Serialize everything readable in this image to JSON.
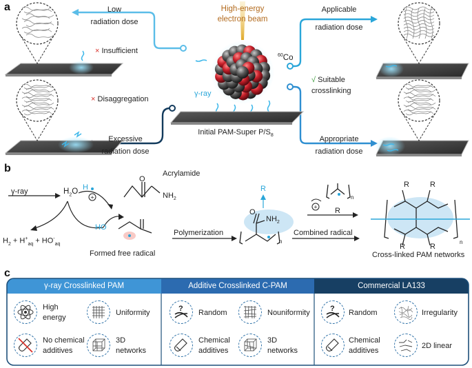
{
  "panel_labels": {
    "a": "a",
    "b": "b",
    "c": "c"
  },
  "colors": {
    "light_blue": "#5bbde8",
    "mid_blue": "#2e8fd1",
    "dark_navy": "#123a5c",
    "header1": "#3f95d6",
    "header2": "#2c6bb0",
    "header3": "#173f63",
    "cyan_text": "#2aa6d9",
    "orange_text": "#b36b1e",
    "red_mark": "#d9322b",
    "green_mark": "#3a9a3a"
  },
  "panel_a": {
    "beam_label_1": "High-energy",
    "beam_label_2": "electron beam",
    "source_label": "60Co",
    "source_sup": "60",
    "source_main": "Co",
    "gamma_label": "γ-ray",
    "low_1": "Low",
    "low_2": "radiation dose",
    "insufficient_mark": "×",
    "insufficient": "Insufficient",
    "disaggregation_mark": "×",
    "disaggregation": "Disaggregation",
    "excessive_1": "Excessive",
    "excessive_2": "radiation dose",
    "initial_prefix": "Initial PAM-Super P/S",
    "initial_sub": "8",
    "applicable_1": "Applicable",
    "applicable_2": "radiation dose",
    "suitable_mark": "√",
    "suitable_1": "Suitable",
    "suitable_2": "crosslinking",
    "appropriate_1": "Appropriate",
    "appropriate_2": "radiation dose"
  },
  "panel_b": {
    "gamma": "γ-ray",
    "water": "H2O",
    "h_radical": "H",
    "ho_radical": "HO",
    "acrylamide": "Acrylamide",
    "nh2": "NH",
    "nh2_sub": "2",
    "o_atom": "O",
    "products": "H2 + H+aq + HO-aq",
    "formed": "Formed free radical",
    "polymerization": "Polymerization",
    "combined": "Combined radical",
    "r": "R",
    "n": "n",
    "networks": "Cross-linked PAM networks"
  },
  "panel_c": {
    "headers": [
      "γ-ray Crosslinked PAM",
      "Additive Crosslinked C-PAM",
      "Commercial LA133"
    ],
    "col1": [
      {
        "icon": "atom-icon",
        "label_1": "High",
        "label_2": "energy"
      },
      {
        "icon": "grid-uniform-icon",
        "label_1": "Uniformity",
        "label_2": ""
      },
      {
        "icon": "no-additive-icon",
        "label_1": "No chemical",
        "label_2": "additives"
      },
      {
        "icon": "3d-network-icon",
        "label_1": "3D",
        "label_2": "networks"
      }
    ],
    "col2": [
      {
        "icon": "random-icon",
        "label_1": "Random",
        "label_2": ""
      },
      {
        "icon": "grid-nonuniform-icon",
        "label_1": "Nouniformity",
        "label_2": ""
      },
      {
        "icon": "chemical-icon",
        "label_1": "Chemical",
        "label_2": "additives"
      },
      {
        "icon": "3d-network-icon",
        "label_1": "3D",
        "label_2": "networks"
      }
    ],
    "col3": [
      {
        "icon": "random-icon",
        "label_1": "Random",
        "label_2": ""
      },
      {
        "icon": "irregular-icon",
        "label_1": "Irregularity",
        "label_2": ""
      },
      {
        "icon": "chemical-icon",
        "label_1": "Chemical",
        "label_2": "additives"
      },
      {
        "icon": "linear-icon",
        "label_1": "2D linear",
        "label_2": ""
      }
    ]
  }
}
